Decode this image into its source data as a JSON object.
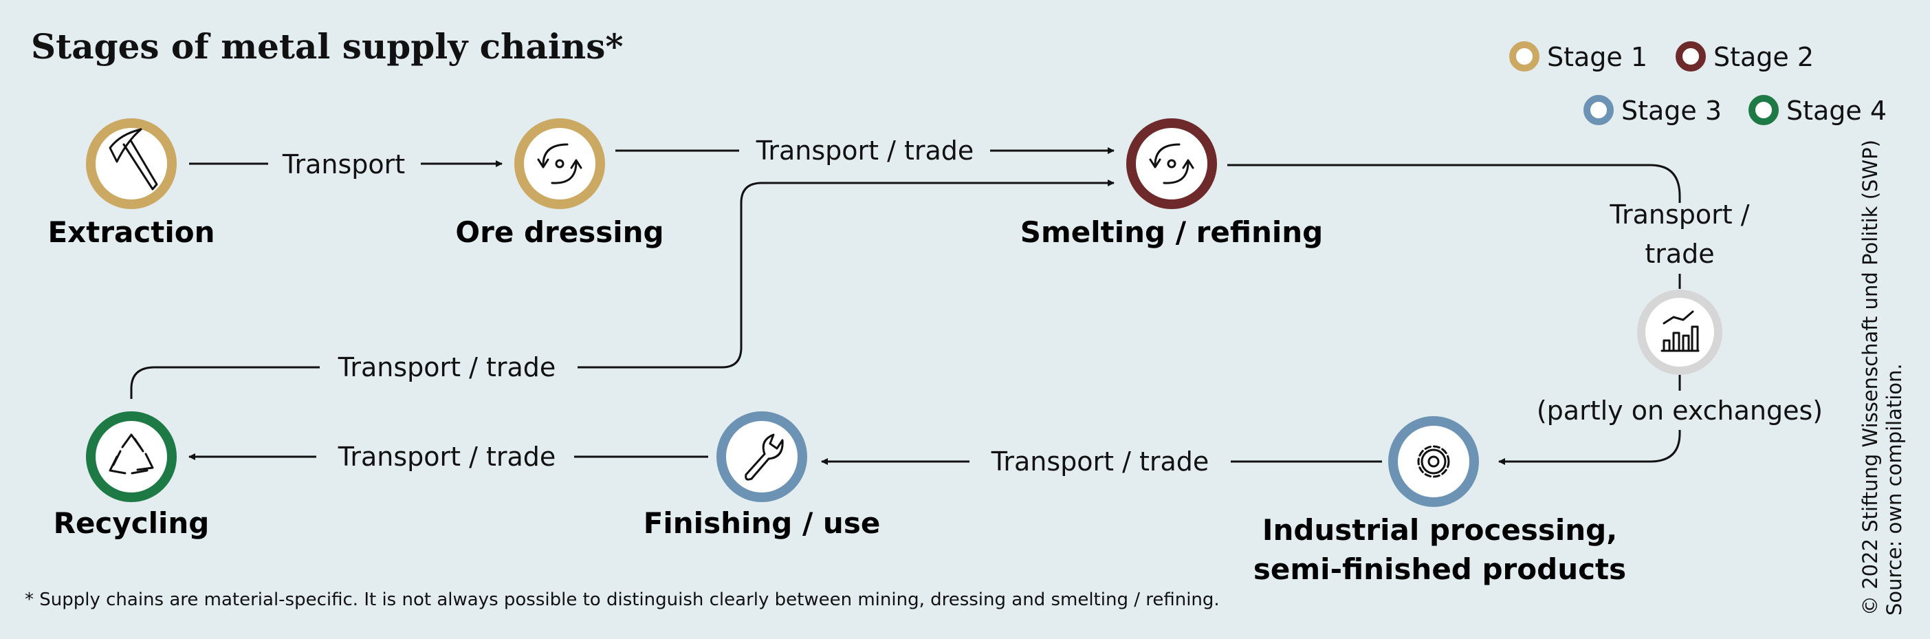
{
  "title": "Stages of metal supply chains*",
  "legend": [
    {
      "label": "Stage 1",
      "color": "#CBA962"
    },
    {
      "label": "Stage 2",
      "color": "#6E2A2A"
    },
    {
      "label": "Stage 3",
      "color": "#6C93B3"
    },
    {
      "label": "Stage 4",
      "color": "#1E7A45"
    }
  ],
  "nodes": {
    "extraction": {
      "label": "Extraction",
      "icon": "pickaxe-icon",
      "stage": 1
    },
    "ore_dressing": {
      "label": "Ore dressing",
      "icon": "cycle-icon",
      "stage": 1
    },
    "smelting": {
      "label": "Smelting / refining",
      "icon": "cycle-icon",
      "stage": 2
    },
    "exchange": {
      "label": "(partly on exchanges)",
      "icon": "chart-icon",
      "color": "#D6D6D6"
    },
    "industrial": {
      "label_line1": "Industrial processing,",
      "label_line2": "semi-finished products",
      "icon": "gear-icon",
      "stage": 3
    },
    "finishing": {
      "label": "Finishing / use",
      "icon": "wrench-icon",
      "stage": 3
    },
    "recycling": {
      "label": "Recycling",
      "icon": "recycle-icon",
      "stage": 4
    }
  },
  "edges": {
    "extraction_to_ore": "Transport",
    "ore_to_smelting": "Transport / trade",
    "smelting_to_exchange_line1": "Transport /",
    "smelting_to_exchange_line2": "trade",
    "industrial_to_finishing": "Transport / trade",
    "finishing_to_recycling": "Transport / trade",
    "recycling_to_smelting": "Transport / trade"
  },
  "footnote": "* Supply chains are material-specific. It is not always possible to distinguish clearly between mining, dressing and smelting / refining.",
  "credit_line1": "© 2022 Stiftung Wissenschaft und Politik (SWP)",
  "credit_line2": "Source: own compilation."
}
